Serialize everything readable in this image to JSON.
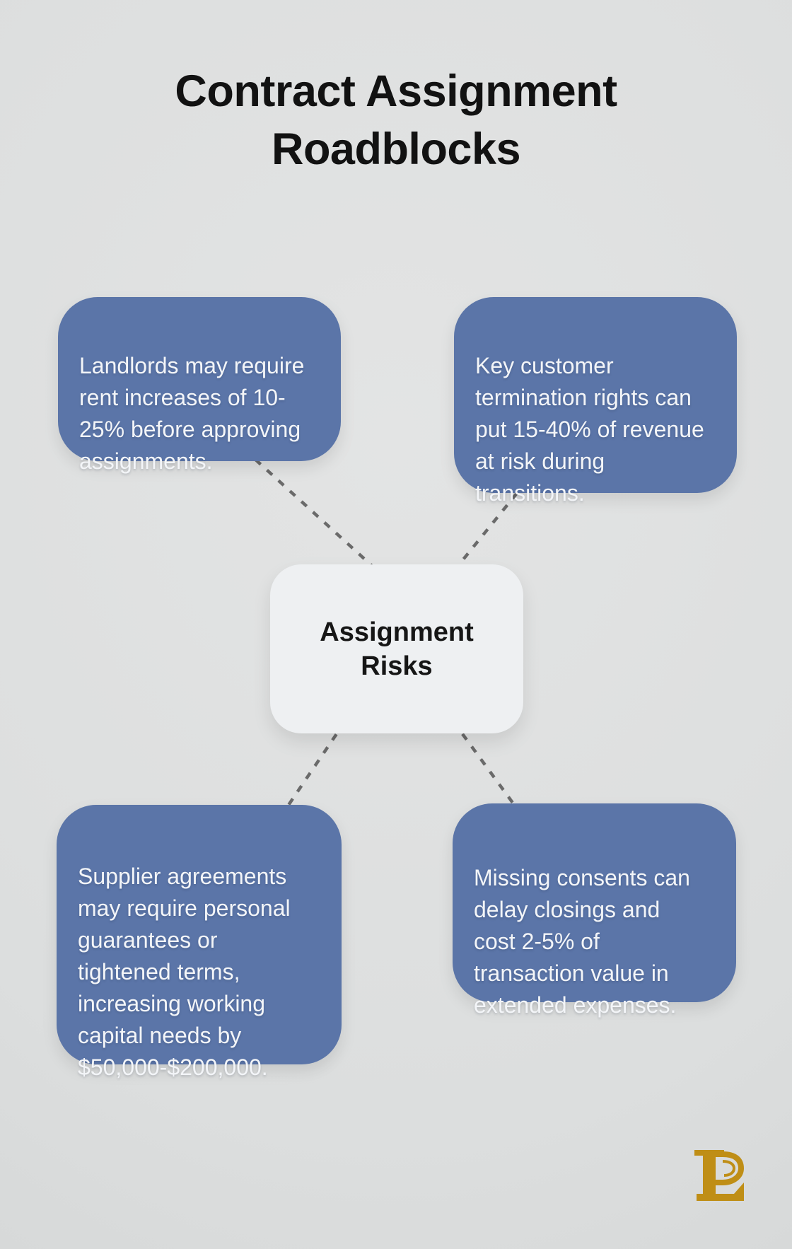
{
  "title": {
    "text": "Contract Assignment\nRoadblocks"
  },
  "center_node": {
    "text": "Assignment\nRisks"
  },
  "cards": [
    {
      "position": "top-left",
      "text": "Landlords may require\nrent increases of 10-\n25% before approving\nassignments."
    },
    {
      "position": "top-right",
      "text": "Key customer\ntermination rights can\nput 15-40% of revenue\nat risk during\ntransitions."
    },
    {
      "position": "bottom-left",
      "text": "Supplier agreements\nmay require personal\nguarantees or\ntightened terms,\nincreasing working\ncapital needs by\n$50,000-$200,000."
    },
    {
      "position": "bottom-right",
      "text": "Missing consents can\ndelay closings and\ncost 2-5% of\ntransaction value in\nextended expenses."
    }
  ],
  "logo": {
    "monogram": "LP"
  },
  "colors": {
    "background": "#dedfdf",
    "card_blue": "#5b75a8",
    "card_text": "#f3f5f8",
    "center_bg": "#eef0f2",
    "center_text": "#161616",
    "title_text": "#121212",
    "connector_gray": "#6a6a6a",
    "logo_gold": "#bf8e16"
  }
}
